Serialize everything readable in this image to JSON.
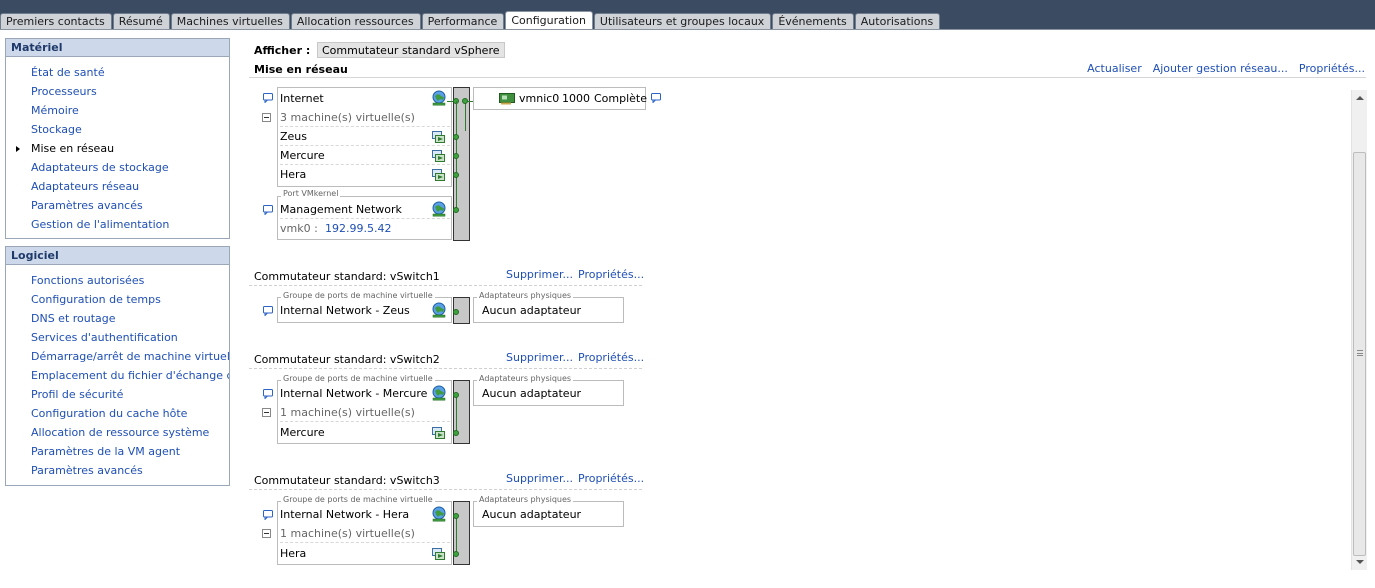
{
  "tabs": [
    "Premiers contacts",
    "Résumé",
    "Machines virtuelles",
    "Allocation ressources",
    "Performance",
    "Configuration",
    "Utilisateurs et groupes locaux",
    "Événements",
    "Autorisations"
  ],
  "active_tab": "Configuration",
  "hardware": {
    "title": "Matériel",
    "items": [
      "État de santé",
      "Processeurs",
      "Mémoire",
      "Stockage",
      "Mise en réseau",
      "Adaptateurs de stockage",
      "Adaptateurs réseau",
      "Paramètres avancés",
      "Gestion de l'alimentation"
    ],
    "selected": "Mise en réseau"
  },
  "software": {
    "title": "Logiciel",
    "items": [
      "Fonctions autorisées",
      "Configuration de temps",
      "DNS et routage",
      "Services d'authentification",
      "Démarrage/arrêt de machine virtuelle",
      "Emplacement du fichier d'échange de VM",
      "Profil de sécurité",
      "Configuration du cache hôte",
      "Allocation de ressource système",
      "Paramètres de la VM agent",
      "Paramètres avancés"
    ]
  },
  "header": {
    "afficher_label": "Afficher :",
    "afficher_value": "Commutateur standard vSphere",
    "section_title": "Mise en réseau",
    "links": [
      "Actualiser",
      "Ajouter gestion réseau...",
      "Propriétés..."
    ]
  },
  "vswitch0": {
    "portgroup": "Internet",
    "vm_count": "3 machine(s) virtuelle(s)",
    "vms": [
      "Zeus",
      "Mercure",
      "Hera"
    ],
    "vmkernel_legend": "Port VMkernel",
    "vmkernel_name": "Management Network",
    "vmk_label": "vmk0 :",
    "vmk_ip": "192.99.5.42",
    "nic_name": "vmnic0",
    "nic_speed": "1000",
    "nic_duplex": "Complète"
  },
  "labels": {
    "remove": "Supprimer...",
    "properties": "Propriétés...",
    "vm_portgroup_legend": "Groupe de ports de machine virtuelle",
    "phys_legend": "Adaptateurs physiques",
    "no_adapter": "Aucun adaptateur"
  },
  "vswitch1": {
    "title": "Commutateur standard: vSwitch1",
    "portgroup": "Internal Network - Zeus"
  },
  "vswitch2": {
    "title": "Commutateur standard: vSwitch2",
    "portgroup": "Internal Network - Mercure",
    "vm_count": "1 machine(s) virtuelle(s)",
    "vm": "Mercure"
  },
  "vswitch3": {
    "title": "Commutateur standard: vSwitch3",
    "portgroup": "Internal Network - Hera",
    "vm_count": "1 machine(s) virtuelle(s)",
    "vm": "Hera"
  },
  "colors": {
    "link": "#1f4fb4",
    "tabbar": "#3b4b61",
    "panel_head": "#cdd9ea",
    "wire": "#2f7a2f"
  },
  "icons": [
    "comment-icon",
    "network-icon",
    "vm-icon",
    "nic-icon",
    "collapse-icon",
    "selected-arrow-icon"
  ]
}
